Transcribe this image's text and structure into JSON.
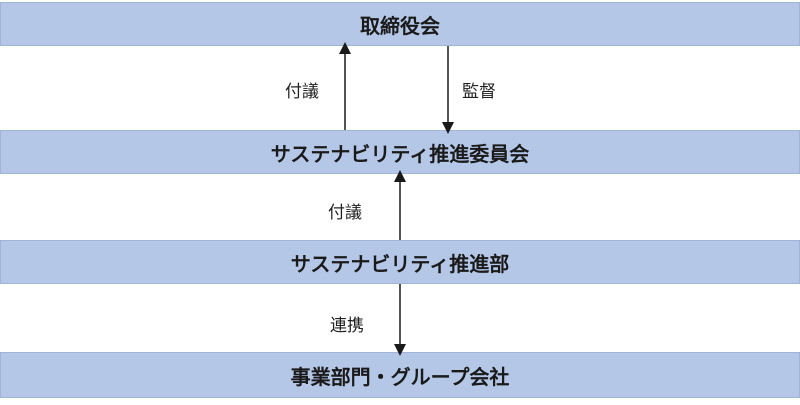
{
  "boxes": {
    "board": "取締役会",
    "committee": "サステナビリティ推進委員会",
    "department": "サステナビリティ推進部",
    "business": "事業部門・グループ会社"
  },
  "arrows": {
    "committee_to_board": "付議",
    "board_to_committee": "監督",
    "dept_to_committee": "付議",
    "dept_to_business": "連携"
  }
}
